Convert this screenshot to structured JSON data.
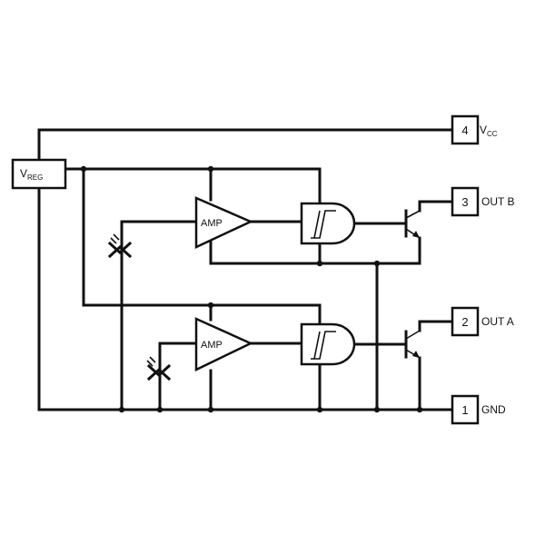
{
  "diagram": {
    "regulator": {
      "main": "V",
      "sub": "REG"
    },
    "amplifier_label": "AMP",
    "pins": [
      {
        "number": "4",
        "label": "V",
        "sub": "CC"
      },
      {
        "number": "3",
        "label": "OUT B"
      },
      {
        "number": "2",
        "label": "OUT A"
      },
      {
        "number": "1",
        "label": "GND"
      }
    ]
  }
}
